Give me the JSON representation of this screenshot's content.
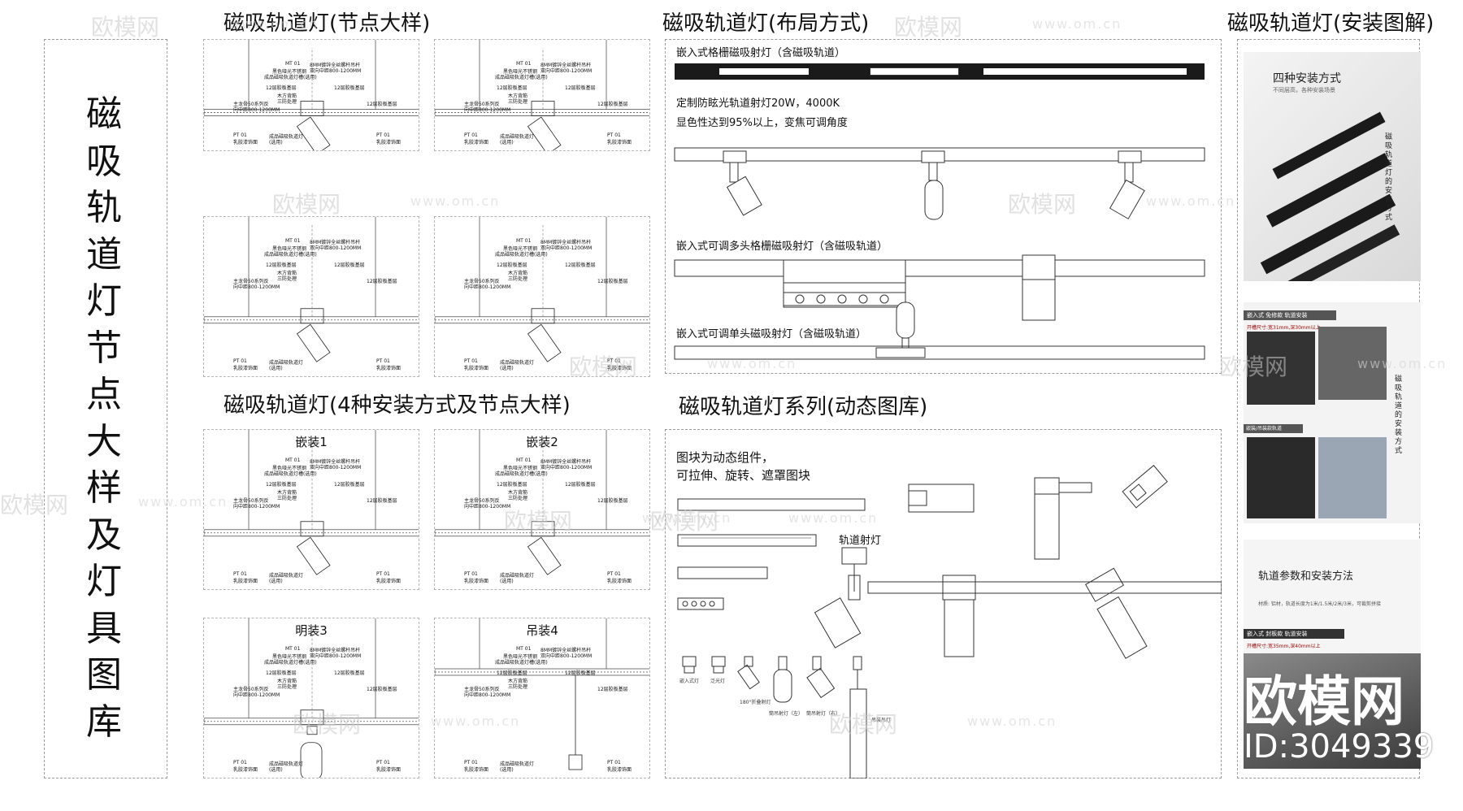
{
  "main_title": "磁吸轨道灯节点大样及灯具图库",
  "sections": {
    "nodes_title": "磁吸轨道灯(节点大样)",
    "layout_title": "磁吸轨道灯(布局方式)",
    "install_title": "磁吸轨道灯(安装图解)",
    "four_title": "磁吸轨道灯(4种安装方式及节点大样)",
    "series_title": "磁吸轨道灯系列(动态图库)"
  },
  "node_labels": {
    "mt": "MT 01",
    "rod": "8MM镀锌全丝螺杆吊杆",
    "spacing": "双向中距800-1200MM",
    "black": "黑色哑光不锈钢",
    "track": "成品磁吸轨道灯槽(选用)",
    "board": "12层胶板基层",
    "wood": "木方背筋",
    "fire": "三防处理",
    "keel": "主龙骨50系列反",
    "keel2": "向中距800-1200MM",
    "pt": "PT 01",
    "paint": "乳胶漆饰面",
    "lamp": "成品磁吸轨道灯",
    "opt": "(选用)"
  },
  "install_types": [
    "嵌装1",
    "嵌装2",
    "明装3",
    "吊装4"
  ],
  "layout_labels": {
    "l1": "嵌入式格栅磁吸射灯（含磁吸轨道）",
    "l2a": "定制防眩光轨道射灯20W，4000K",
    "l2b": "显色性达到95%以上，变焦可调角度",
    "l3": "嵌入式可调多头格栅磁吸射灯（含磁吸轨道）",
    "l4": "嵌入式可调单头磁吸射灯（含磁吸轨道）"
  },
  "series_labels": {
    "d1": "图块为动态组件，",
    "d2": "可拉伸、旋转、遮罩图块",
    "spot": "轨道射灯",
    "small": [
      "嵌入式灯",
      "泛光灯",
      "180°折叠射灯",
      "筒吊射灯（左）",
      "筒吊射灯（右）",
      "吊装吊灯"
    ]
  },
  "install_photo_labels": {
    "four_ways": "四种安装方式",
    "four_sub": "不同层高，各种安装场景",
    "side1": "磁吸轨道灯的安装方式",
    "side2": "磁吸轨道的安装方式",
    "embedded": "嵌入式 免修款 轨道安装",
    "open": "开槽尺寸:宽31mm,深30mm以上",
    "mount": "嵌装/吊装款轨道",
    "params": "轨道参数和安装方法",
    "params_sub": "材质: 铝材，轨道长度为1米/1.5米/2米/3米，可裁剪拼接",
    "sealed": "嵌入式 封板款 轨道安装",
    "open2": "开槽尺寸:宽35mm,深40mm以上"
  },
  "watermarks": {
    "brand": "欧模网",
    "url": "www.om.cn",
    "url_short": "om.cn",
    "id": "ID:3049339"
  },
  "colors": {
    "ink": "#111111",
    "dash": "#9a9a9a",
    "track": "#1a1a1a",
    "photo_bg": "#e9e9e9"
  }
}
